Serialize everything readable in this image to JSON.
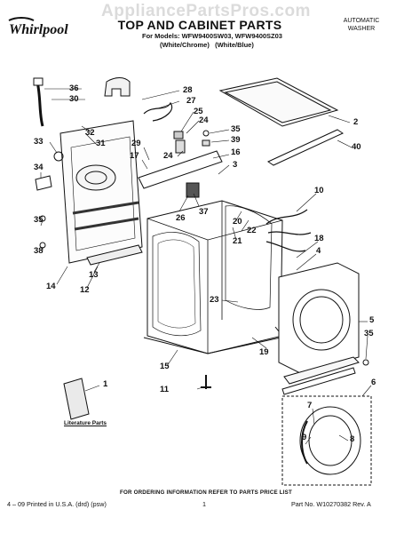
{
  "watermark": "AppliancePartsPros.com",
  "brand": {
    "logo": "Whirlpool"
  },
  "header": {
    "title": "TOP AND CABINET PARTS",
    "models_prefix": "For Models:",
    "model_1": "WFW9400SW03,",
    "model_2": "WFW9400SZ03",
    "color_1": "(White/Chrome)",
    "color_2": "(White/Blue)",
    "product_line1": "AUTOMATIC",
    "product_line2": "WASHER"
  },
  "literature_label": "Literature Parts",
  "callouts": [
    {
      "id": "c36",
      "text": "36"
    },
    {
      "id": "c30",
      "text": "30"
    },
    {
      "id": "c28",
      "text": "28"
    },
    {
      "id": "c27",
      "text": "27"
    },
    {
      "id": "c25",
      "text": "25"
    },
    {
      "id": "c24a",
      "text": "24"
    },
    {
      "id": "c35a",
      "text": "35"
    },
    {
      "id": "c39",
      "text": "39"
    },
    {
      "id": "c32",
      "text": "32"
    },
    {
      "id": "c31",
      "text": "31"
    },
    {
      "id": "c33",
      "text": "33"
    },
    {
      "id": "c2",
      "text": "2"
    },
    {
      "id": "c40",
      "text": "40"
    },
    {
      "id": "c29",
      "text": "29"
    },
    {
      "id": "c17",
      "text": "17"
    },
    {
      "id": "c24b",
      "text": "24"
    },
    {
      "id": "c16",
      "text": "16"
    },
    {
      "id": "c3",
      "text": "3"
    },
    {
      "id": "c34",
      "text": "34"
    },
    {
      "id": "c26",
      "text": "26"
    },
    {
      "id": "c37",
      "text": "37"
    },
    {
      "id": "c10",
      "text": "10"
    },
    {
      "id": "c20",
      "text": "20"
    },
    {
      "id": "c22",
      "text": "22"
    },
    {
      "id": "c35b",
      "text": "35"
    },
    {
      "id": "c21",
      "text": "21"
    },
    {
      "id": "c18",
      "text": "18"
    },
    {
      "id": "c38",
      "text": "38"
    },
    {
      "id": "c4",
      "text": "4"
    },
    {
      "id": "c13",
      "text": "13"
    },
    {
      "id": "c14",
      "text": "14"
    },
    {
      "id": "c12",
      "text": "12"
    },
    {
      "id": "c23",
      "text": "23"
    },
    {
      "id": "c5",
      "text": "5"
    },
    {
      "id": "c35c",
      "text": "35"
    },
    {
      "id": "c19",
      "text": "19"
    },
    {
      "id": "c15",
      "text": "15"
    },
    {
      "id": "c1",
      "text": "1"
    },
    {
      "id": "c6",
      "text": "6"
    },
    {
      "id": "c11",
      "text": "11"
    },
    {
      "id": "c7",
      "text": "7"
    },
    {
      "id": "c9",
      "text": "9"
    },
    {
      "id": "c8",
      "text": "8"
    }
  ],
  "footer": {
    "note": "FOR ORDERING INFORMATION REFER TO PARTS PRICE LIST",
    "left": "4 – 09 Printed in U.S.A. (drd) (psw)",
    "page": "1",
    "right": "Part No. W10270382 Rev. A"
  }
}
